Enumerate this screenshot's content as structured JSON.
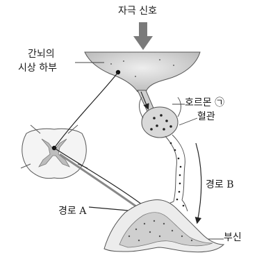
{
  "labels": {
    "stimulus_signal": "자극 신호",
    "hypothalamus_line1": "간뇌의",
    "hypothalamus_line2": "시상 하부",
    "hormone": "호르몬 ㉠",
    "blood_vessel": "혈관",
    "pathway_b": "경로 B",
    "pathway_a": "경로 A",
    "adrenal_gland": "부신"
  }
}
